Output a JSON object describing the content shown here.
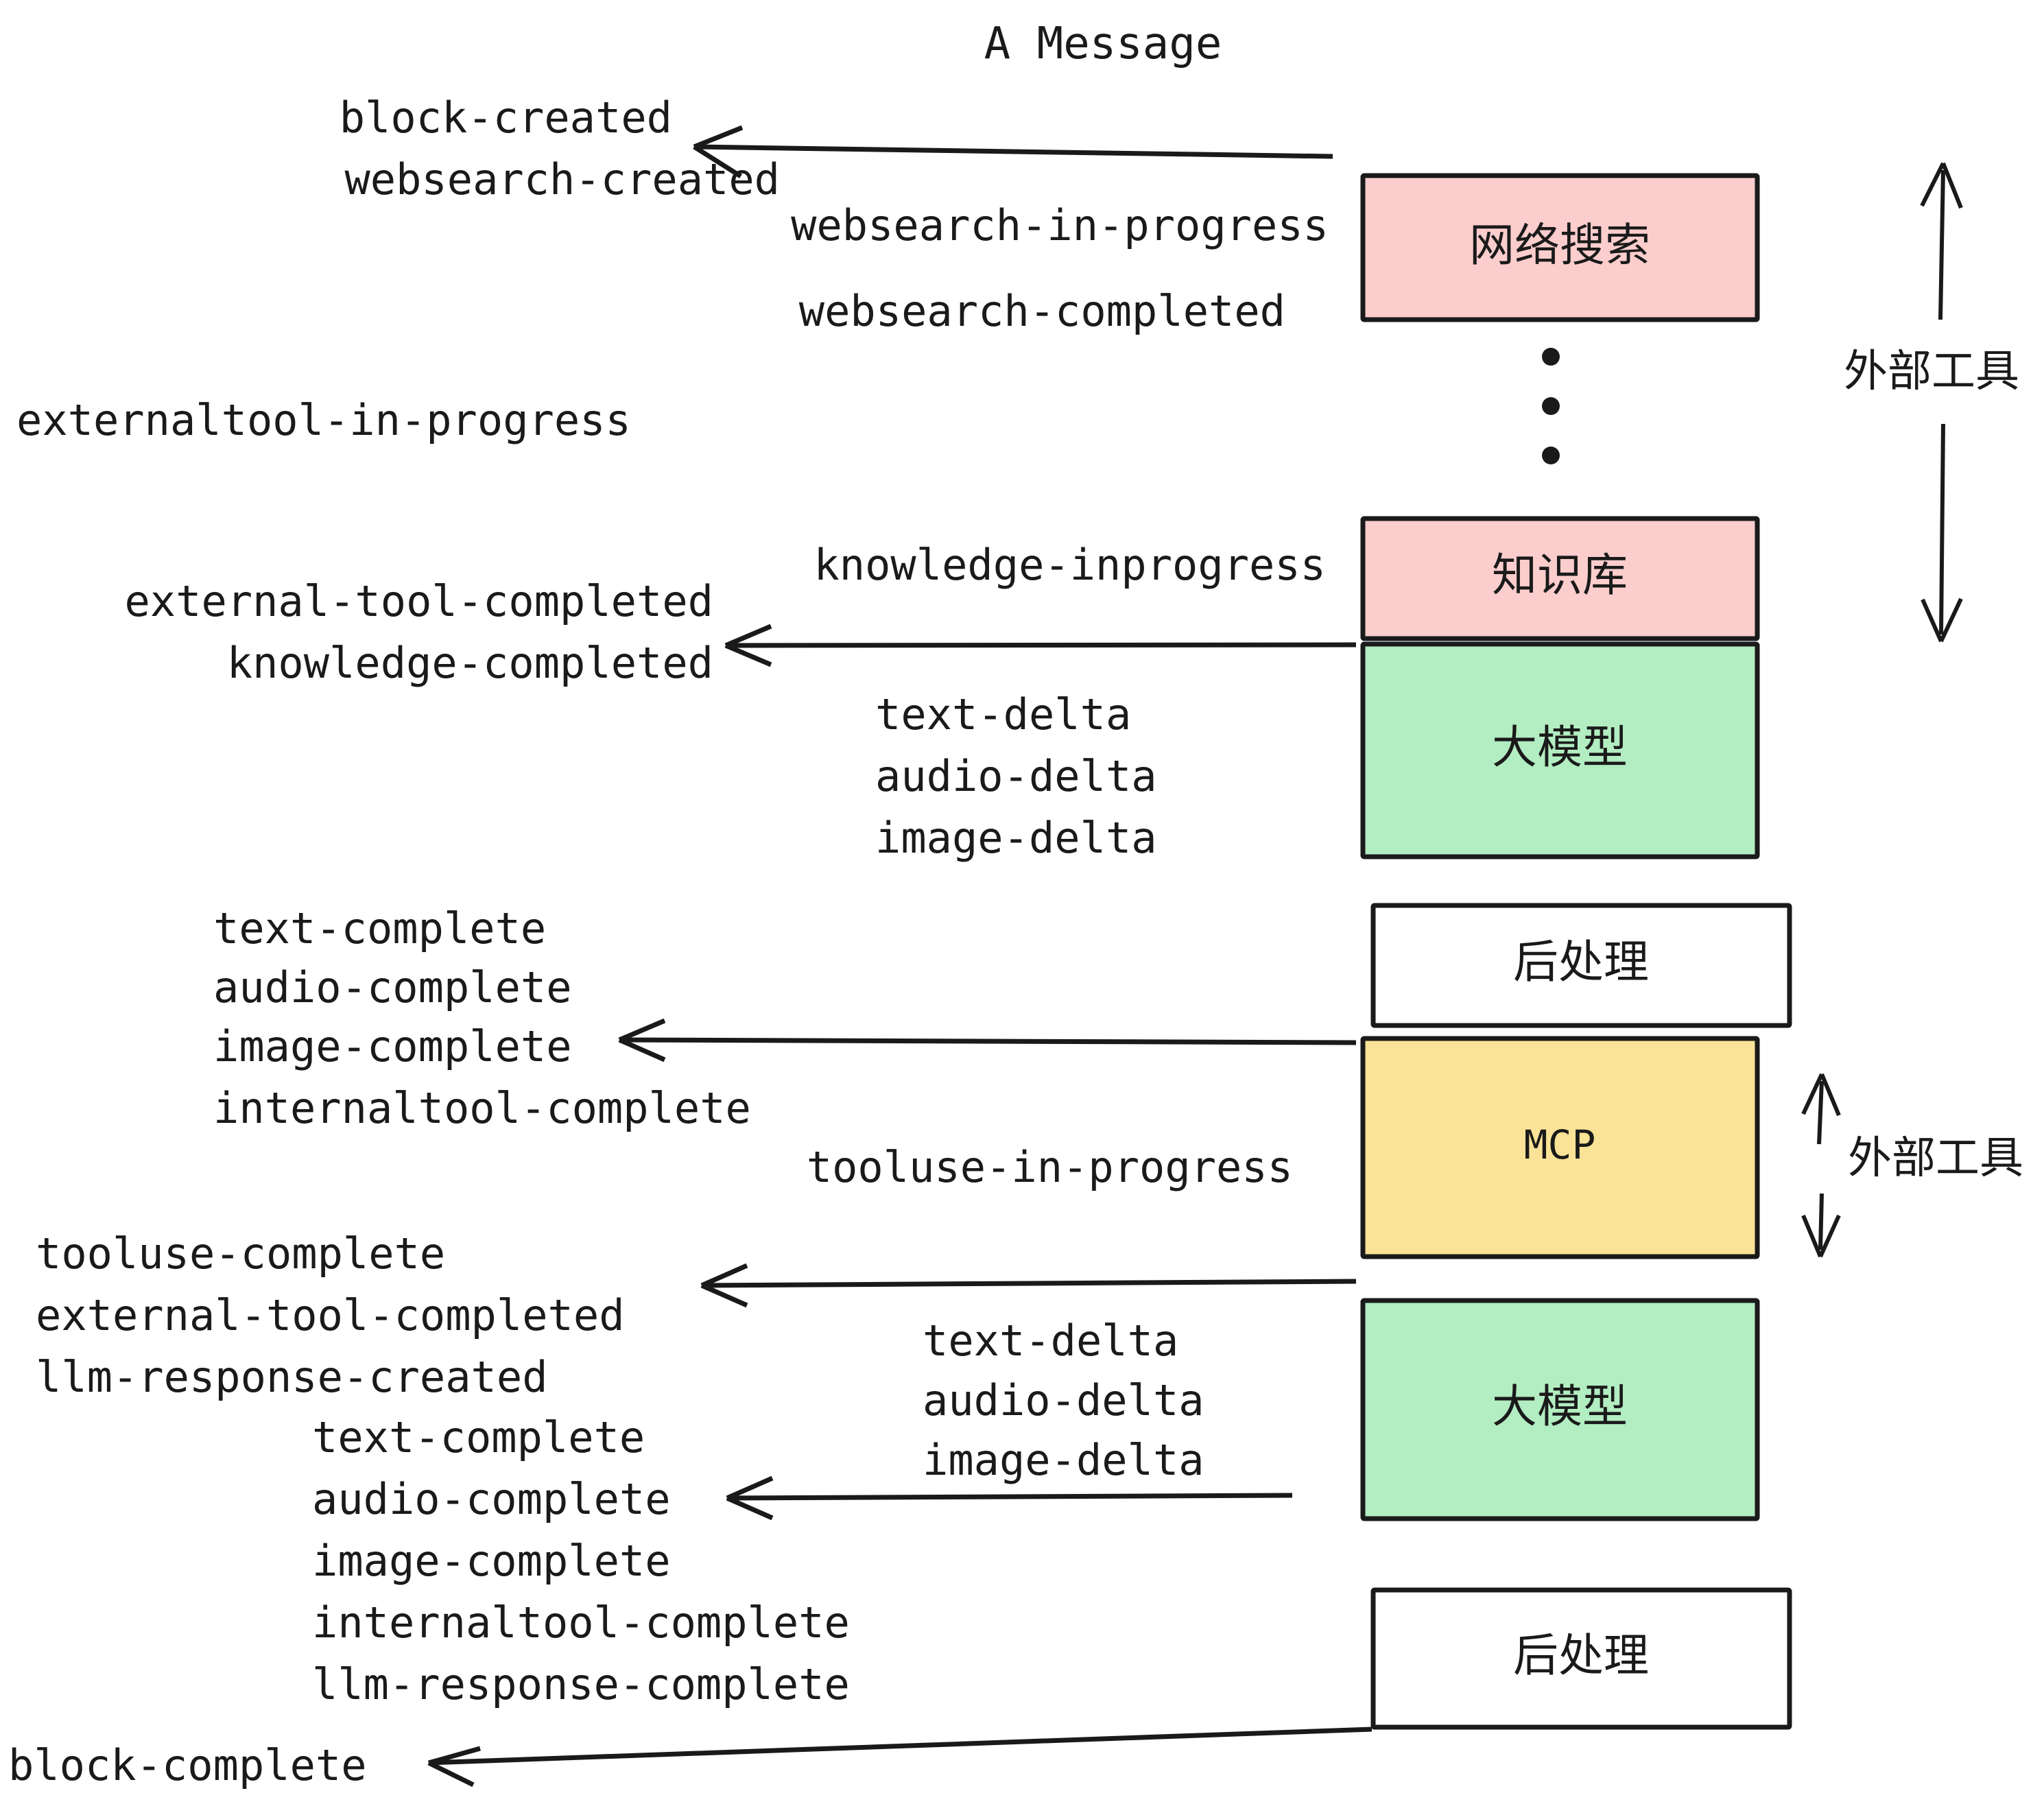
{
  "title": "A Message",
  "colors": {
    "pink": "#fbcdcd",
    "green": "#b3edc2",
    "yellow": "#fae396",
    "white": "#ffffff",
    "stroke": "#1a1a1a",
    "background": "#ffffff"
  },
  "nodes": [
    {
      "id": "websearch",
      "label": "网络搜索",
      "fill": "pink"
    },
    {
      "id": "knowledge",
      "label": "知识库",
      "fill": "pink"
    },
    {
      "id": "llm-1",
      "label": "大模型",
      "fill": "green"
    },
    {
      "id": "postprocess-1",
      "label": "后处理",
      "fill": "white"
    },
    {
      "id": "mcp",
      "label": "MCP",
      "fill": "yellow"
    },
    {
      "id": "llm-2",
      "label": "大模型",
      "fill": "green"
    },
    {
      "id": "postprocess-2",
      "label": "后处理",
      "fill": "white"
    }
  ],
  "span_labels": [
    {
      "id": "external-tools-top",
      "text": "外部工具"
    },
    {
      "id": "external-tools-bottom",
      "text": "外部工具"
    }
  ],
  "events": {
    "block_created": "block-created",
    "websearch_created": "websearch-created",
    "websearch_in_progress": "websearch-in-progress",
    "websearch_completed": "websearch-completed",
    "externaltool_in_progress": "externaltool-in-progress",
    "knowledge_inprogress": "knowledge-inprogress",
    "external_tool_completed_1": "external-tool-completed",
    "knowledge_completed": "knowledge-completed",
    "text_delta_1": "text-delta",
    "audio_delta_1": "audio-delta",
    "image_delta_1": "image-delta",
    "text_complete_1": "text-complete",
    "audio_complete_1": "audio-complete",
    "image_complete_1": "image-complete",
    "internaltool_complete_1": "internaltool-complete",
    "tooluse_in_progress": "tooluse-in-progress",
    "tooluse_complete": "tooluse-complete",
    "external_tool_completed_2": "external-tool-completed",
    "llm_response_created": "llm-response-created",
    "text_delta_2": "text-delta",
    "audio_delta_2": "audio-delta",
    "image_delta_2": "image-delta",
    "text_complete_2": "text-complete",
    "audio_complete_2": "audio-complete",
    "image_complete_2": "image-complete",
    "internaltool_complete_2": "internaltool-complete",
    "llm_response_complete": "llm-response-complete",
    "block_complete": "block-complete"
  }
}
